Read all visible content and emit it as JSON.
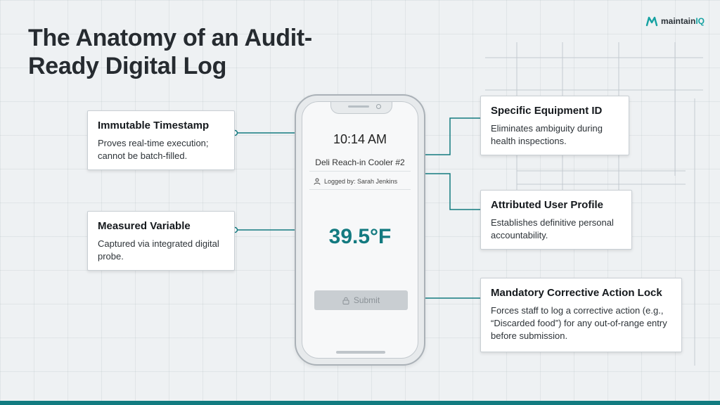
{
  "title": "The Anatomy of an Audit-Ready Digital Log",
  "logo": {
    "prefix": "maintain",
    "suffix": "IQ",
    "accent_color": "#16a2a2",
    "icon": "logo-mark-icon"
  },
  "phone": {
    "time": "10:14 AM",
    "equipment": "Deli Reach-in Cooler #2",
    "logged_by": "Logged by: Sarah Jenkins",
    "temperature": "39.5°F",
    "submit_label": "Submit",
    "temperature_color": "#137a80"
  },
  "callouts": {
    "timestamp": {
      "title": "Immutable Timestamp",
      "desc": "Proves real-time execution; cannot be batch-filled."
    },
    "variable": {
      "title": "Measured Variable",
      "desc": "Captured via integrated digital probe."
    },
    "equipment": {
      "title": "Specific Equipment ID",
      "desc": "Eliminates ambiguity during health inspections."
    },
    "user": {
      "title": "Attributed User Profile",
      "desc": "Establishes definitive personal accountability."
    },
    "lock": {
      "title": "Mandatory Corrective Action Lock",
      "desc": "Forces staff to log a corrective action (e.g., “Discarded food”) for any out-of-range entry before submission."
    }
  },
  "colors": {
    "connector": "#137a80",
    "footer_bar": "#127b80"
  }
}
